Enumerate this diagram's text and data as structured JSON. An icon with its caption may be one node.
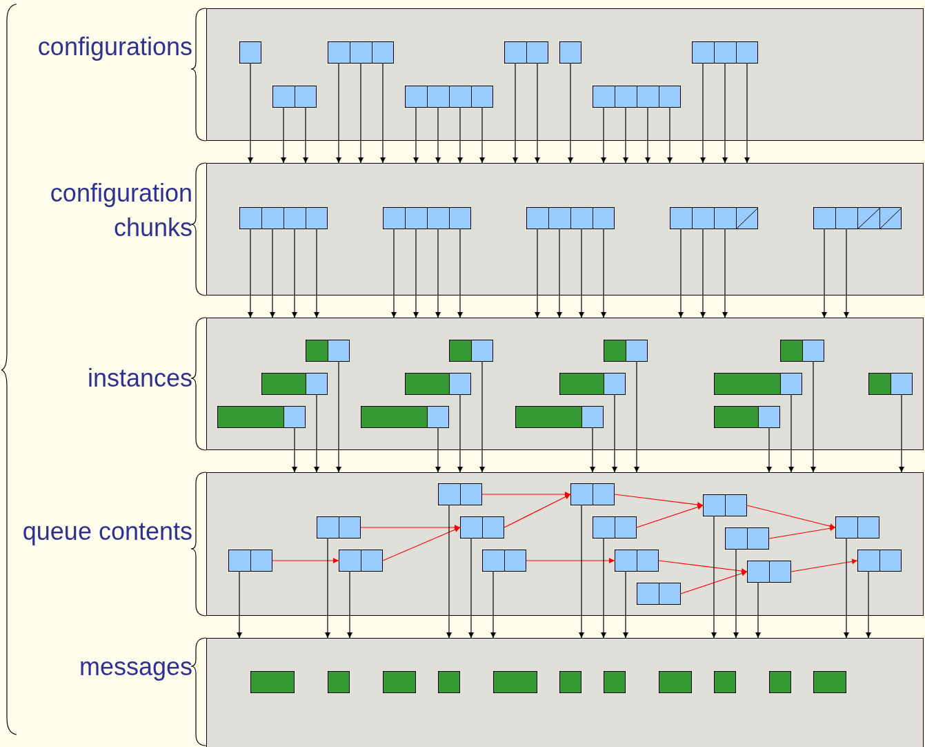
{
  "diagram": {
    "nodes": [
      {
        "text": [
          "configurations"
        ]
      },
      {
        "text": [],
        "shape": "box",
        "in": 0
      },
      {
        "text": [],
        "shape": "box",
        "in": 0
      },
      {
        "text": [],
        "shape": "box",
        "in": 0
      },
      {
        "text": [],
        "shape": "box",
        "in": 0
      },
      {
        "text": [],
        "shape": "box",
        "in": 0
      },
      {
        "text": [],
        "shape": "box",
        "in": 0
      },
      {
        "text": [],
        "shape": "box",
        "in": 0
      },
      {
        "text": [],
        "shape": "box",
        "in": 0
      },
      {
        "text": [
          "configuration chunks"
        ]
      },
      {
        "text": [],
        "shape": "box",
        "in": 9
      },
      {
        "text": [],
        "shape": "box",
        "in": 9
      },
      {
        "text": [],
        "shape": "box",
        "in": 9
      },
      {
        "text": [],
        "shape": "box",
        "in": 9
      },
      {
        "text": [],
        "shape": "box",
        "in": 9
      },
      {
        "text": [
          "instances"
        ]
      },
      {
        "text": [],
        "shape": "box",
        "in": 15
      },
      {
        "text": [],
        "shape": "box",
        "in": 15
      },
      {
        "text": [],
        "shape": "box",
        "in": 15
      },
      {
        "text": [],
        "shape": "box",
        "in": 15
      },
      {
        "text": [],
        "shape": "box",
        "in": 15
      },
      {
        "text": [],
        "shape": "box",
        "in": 15
      },
      {
        "text": [],
        "shape": "box",
        "in": 15
      },
      {
        "text": [],
        "shape": "box",
        "in": 15
      },
      {
        "text": [],
        "shape": "box",
        "in": 15
      },
      {
        "text": [],
        "shape": "box",
        "in": 15
      },
      {
        "text": [],
        "shape": "box",
        "in": 15
      },
      {
        "text": [],
        "shape": "box",
        "in": 15
      },
      {
        "text": [],
        "shape": "box",
        "in": 15
      },
      {
        "text": [
          "queue contents"
        ]
      },
      {
        "text": [],
        "shape": "box",
        "in": 29
      },
      {
        "text": [],
        "shape": "box",
        "in": 29
      },
      {
        "text": [],
        "shape": "box",
        "in": 29
      },
      {
        "text": [],
        "shape": "box",
        "in": 29
      },
      {
        "text": [],
        "shape": "box",
        "in": 29
      },
      {
        "text": [],
        "shape": "box",
        "in": 29
      },
      {
        "text": [],
        "shape": "box",
        "in": 29
      },
      {
        "text": [],
        "shape": "box",
        "in": 29
      },
      {
        "text": [],
        "shape": "box",
        "in": 29
      },
      {
        "text": [],
        "shape": "box",
        "in": 29
      },
      {
        "text": [],
        "shape": "box",
        "in": 29
      },
      {
        "text": [],
        "shape": "box",
        "in": 29
      },
      {
        "text": [],
        "shape": "box",
        "in": 29
      },
      {
        "text": [],
        "shape": "box",
        "in": 29
      },
      {
        "text": [],
        "shape": "box",
        "in": 29
      },
      {
        "text": [
          "messages"
        ]
      },
      {
        "text": [],
        "shape": "box",
        "in": 45
      },
      {
        "text": [],
        "shape": "box",
        "in": 45
      },
      {
        "text": [],
        "shape": "box",
        "in": 45
      },
      {
        "text": [],
        "shape": "box",
        "in": 45
      },
      {
        "text": [],
        "shape": "box",
        "in": 45
      },
      {
        "text": [],
        "shape": "box",
        "in": 45
      },
      {
        "text": [],
        "shape": "box",
        "in": 45
      },
      {
        "text": [],
        "shape": "box",
        "in": 45
      },
      {
        "text": [],
        "shape": "box",
        "in": 45
      },
      {
        "text": [],
        "shape": "box",
        "in": 45
      },
      {
        "text": [],
        "shape": "box",
        "in": 45
      }
    ],
    "edges": [
      {
        "from": 1,
        "to": 9,
        "arrow": "to"
      },
      {
        "from": 2,
        "to": 9,
        "arrow": "to"
      },
      {
        "from": 2,
        "to": 9,
        "arrow": "to"
      },
      {
        "from": 3,
        "to": 9,
        "arrow": "to"
      },
      {
        "from": 3,
        "to": 9,
        "arrow": "to"
      },
      {
        "from": 3,
        "to": 9,
        "arrow": "to"
      },
      {
        "from": 4,
        "to": 9,
        "arrow": "to"
      },
      {
        "from": 4,
        "to": 9,
        "arrow": "to"
      },
      {
        "from": 4,
        "to": 9,
        "arrow": "to"
      },
      {
        "from": 4,
        "to": 9,
        "arrow": "to"
      },
      {
        "from": 5,
        "to": 9,
        "arrow": "to"
      },
      {
        "from": 5,
        "to": 9,
        "arrow": "to"
      },
      {
        "from": 6,
        "to": 9,
        "arrow": "to"
      },
      {
        "from": 7,
        "to": 9,
        "arrow": "to"
      },
      {
        "from": 7,
        "to": 9,
        "arrow": "to"
      },
      {
        "from": 7,
        "to": 9,
        "arrow": "to"
      },
      {
        "from": 7,
        "to": 9,
        "arrow": "to"
      },
      {
        "from": 8,
        "to": 9,
        "arrow": "to"
      },
      {
        "from": 8,
        "to": 9,
        "arrow": "to"
      },
      {
        "from": 8,
        "to": 9,
        "arrow": "to"
      },
      {
        "from": 10,
        "to": 15,
        "arrow": "to"
      },
      {
        "from": 10,
        "to": 15,
        "arrow": "to"
      },
      {
        "from": 10,
        "to": 15,
        "arrow": "to"
      },
      {
        "from": 10,
        "to": 15,
        "arrow": "to"
      },
      {
        "from": 11,
        "to": 15,
        "arrow": "to"
      },
      {
        "from": 11,
        "to": 15,
        "arrow": "to"
      },
      {
        "from": 11,
        "to": 15,
        "arrow": "to"
      },
      {
        "from": 11,
        "to": 15,
        "arrow": "to"
      },
      {
        "from": 12,
        "to": 15,
        "arrow": "to"
      },
      {
        "from": 12,
        "to": 15,
        "arrow": "to"
      },
      {
        "from": 12,
        "to": 15,
        "arrow": "to"
      },
      {
        "from": 12,
        "to": 15,
        "arrow": "to"
      },
      {
        "from": 13,
        "to": 15,
        "arrow": "to"
      },
      {
        "from": 13,
        "to": 15,
        "arrow": "to"
      },
      {
        "from": 13,
        "to": 15,
        "arrow": "to"
      },
      {
        "from": 14,
        "to": 15,
        "arrow": "to"
      },
      {
        "from": 14,
        "to": 15,
        "arrow": "to"
      },
      {
        "from": 16,
        "to": 29,
        "arrow": "to"
      },
      {
        "from": 17,
        "to": 29,
        "arrow": "to"
      },
      {
        "from": 18,
        "to": 29,
        "arrow": "to"
      },
      {
        "from": 19,
        "to": 29,
        "arrow": "to"
      },
      {
        "from": 20,
        "to": 29,
        "arrow": "to"
      },
      {
        "from": 21,
        "to": 29,
        "arrow": "to"
      },
      {
        "from": 22,
        "to": 29,
        "arrow": "to"
      },
      {
        "from": 23,
        "to": 29,
        "arrow": "to"
      },
      {
        "from": 24,
        "to": 29,
        "arrow": "to"
      },
      {
        "from": 25,
        "to": 29,
        "arrow": "to"
      },
      {
        "from": 26,
        "to": 29,
        "arrow": "to"
      },
      {
        "from": 27,
        "to": 29,
        "arrow": "to"
      },
      {
        "from": 28,
        "to": 29,
        "arrow": "to"
      },
      {
        "from": 30,
        "to": 32,
        "arrow": "to",
        "color": "#ff0000"
      },
      {
        "from": 32,
        "to": 34,
        "arrow": "to",
        "color": "#ff0000"
      },
      {
        "from": 31,
        "to": 34,
        "arrow": "to",
        "color": "#ff0000"
      },
      {
        "from": 34,
        "to": 36,
        "arrow": "to",
        "color": "#ff0000"
      },
      {
        "from": 33,
        "to": 36,
        "arrow": "to",
        "color": "#ff0000"
      },
      {
        "from": 36,
        "to": 40,
        "arrow": "to",
        "color": "#ff0000"
      },
      {
        "from": 37,
        "to": 40,
        "arrow": "to",
        "color": "#ff0000"
      },
      {
        "from": 35,
        "to": 38,
        "arrow": "to",
        "color": "#ff0000"
      },
      {
        "from": 38,
        "to": 42,
        "arrow": "to",
        "color": "#ff0000"
      },
      {
        "from": 39,
        "to": 42,
        "arrow": "to",
        "color": "#ff0000"
      },
      {
        "from": 40,
        "to": 43,
        "arrow": "to",
        "color": "#ff0000"
      },
      {
        "from": 41,
        "to": 43,
        "arrow": "to",
        "color": "#ff0000"
      },
      {
        "from": 42,
        "to": 44,
        "arrow": "to",
        "color": "#ff0000"
      },
      {
        "from": 30,
        "to": 45,
        "arrow": "to"
      },
      {
        "from": 31,
        "to": 45,
        "arrow": "to"
      },
      {
        "from": 32,
        "to": 45,
        "arrow": "to"
      },
      {
        "from": 33,
        "to": 45,
        "arrow": "to"
      },
      {
        "from": 34,
        "to": 45,
        "arrow": "to"
      },
      {
        "from": 35,
        "to": 45,
        "arrow": "to"
      },
      {
        "from": 36,
        "to": 45,
        "arrow": "to"
      },
      {
        "from": 37,
        "to": 45,
        "arrow": "to"
      },
      {
        "from": 38,
        "to": 45,
        "arrow": "to"
      },
      {
        "from": 40,
        "to": 45,
        "arrow": "to"
      },
      {
        "from": 41,
        "to": 45,
        "arrow": "to"
      },
      {
        "from": 42,
        "to": 45,
        "arrow": "to"
      },
      {
        "from": 43,
        "to": 45,
        "arrow": "to"
      },
      {
        "from": 44,
        "to": 45,
        "arrow": "to"
      }
    ]
  }
}
